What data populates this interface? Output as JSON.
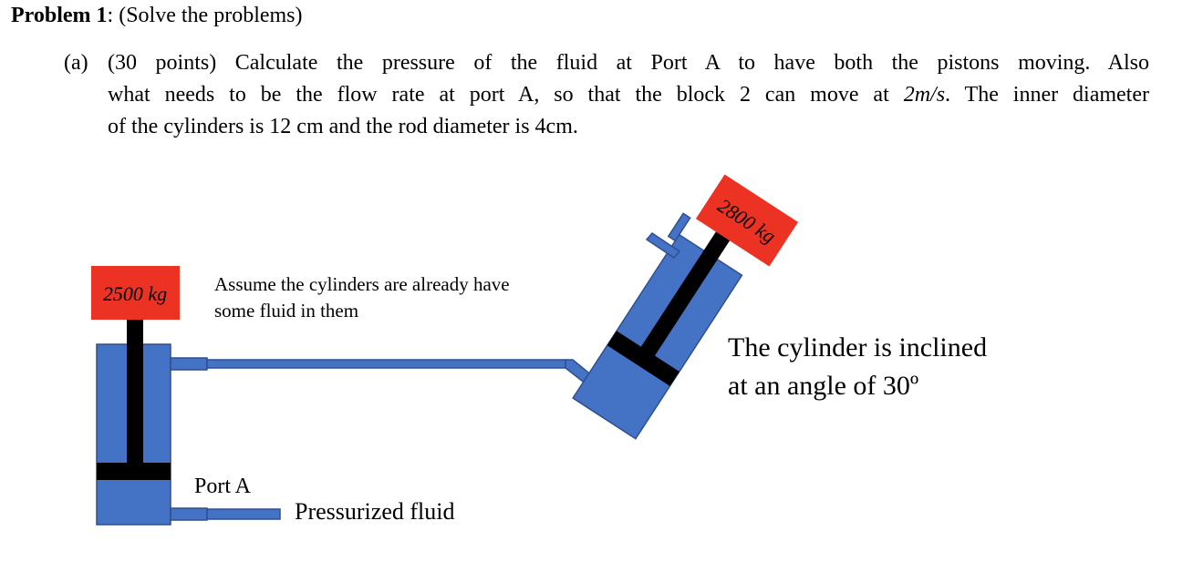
{
  "problem": {
    "title_bold": "Problem 1",
    "title_rest": ": (Solve the problems)",
    "part_label": "(a)",
    "line1": "(30 points) Calculate the pressure of the fluid at Port A to have both the pistons moving. Also",
    "line2_pre": "what needs to be the flow rate at port A, so that the block 2 can move at ",
    "line2_math": "2m/s",
    "line2_post": ". The inner diameter",
    "line3": "of the cylinders is 12 cm and the rod diameter is 4cm."
  },
  "diagram": {
    "block1_label": "2500 kg",
    "block2_label": "2800 kg",
    "note_line1": "Assume the cylinders are already have",
    "note_line2": "some fluid in them",
    "incline_line1": "The cylinder is inclined",
    "incline_line2": "at an angle of 30º",
    "port_label": "Port A",
    "fluid_label": "Pressurized fluid",
    "colors": {
      "cylinder": "#4472c4",
      "cylinder_edge": "#2f4f8f",
      "block": "#ec3323",
      "rod": "#000000"
    }
  }
}
